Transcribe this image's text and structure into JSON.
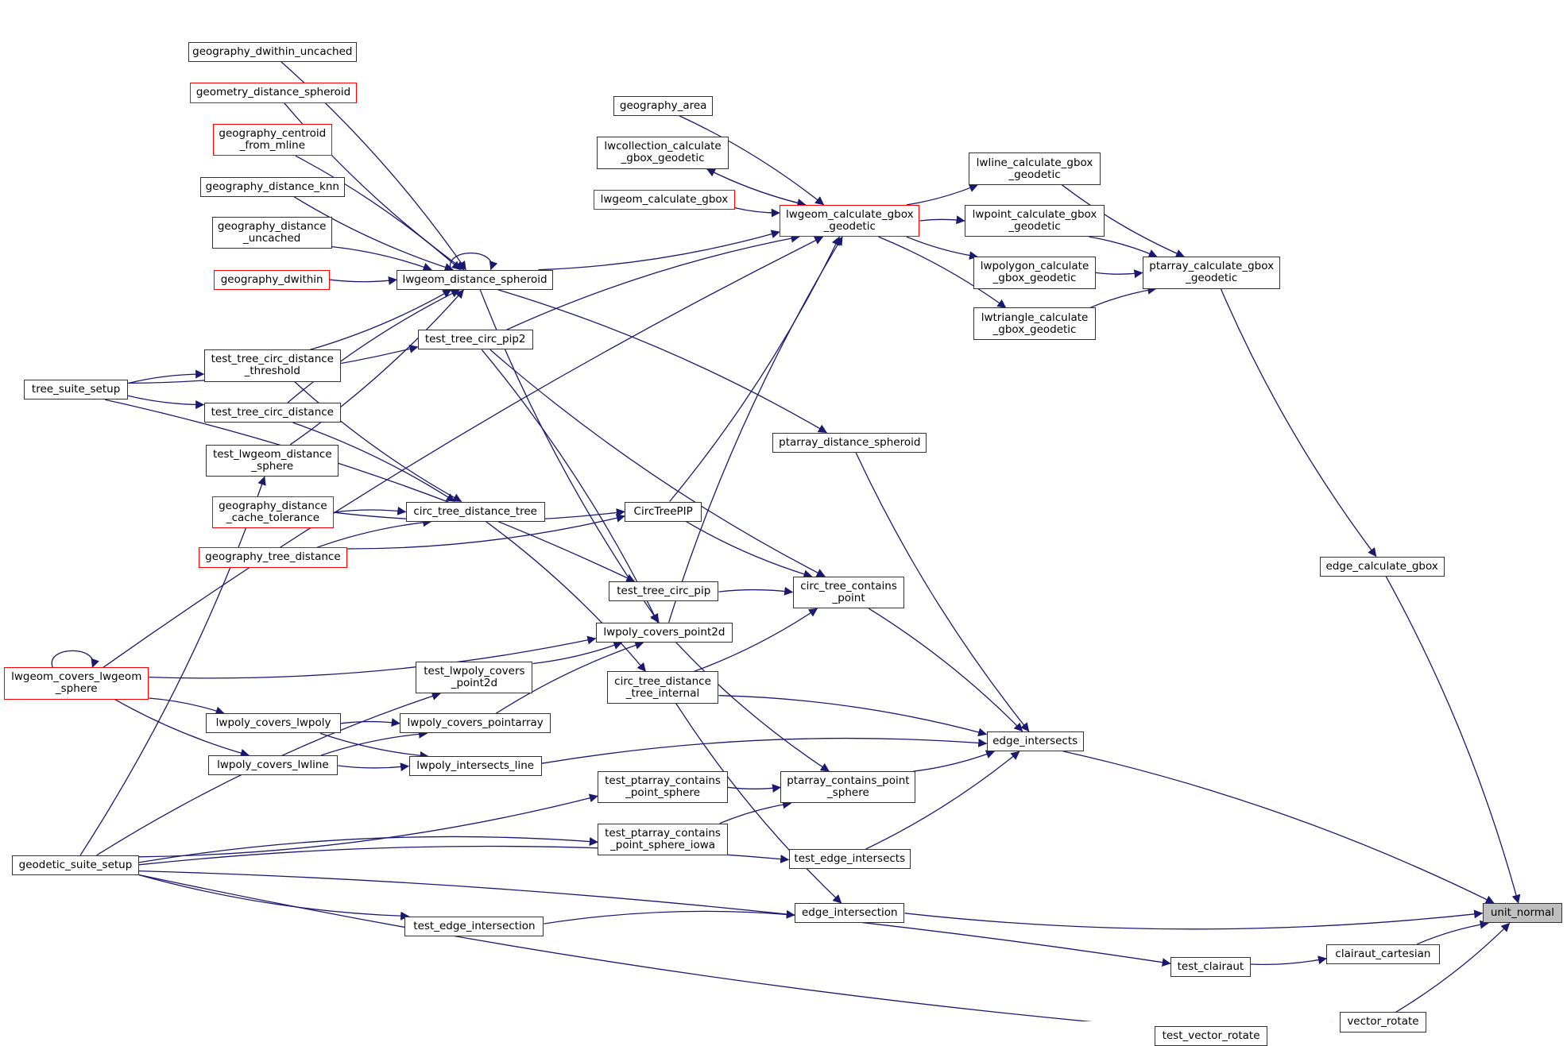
{
  "diagram": {
    "type": "call-graph",
    "edge_color": "#191970",
    "node_border_color": "#333333",
    "undocumented_border_color": "#ff0000",
    "current_node_fill": "#bfbfbf",
    "current_node": "unit_normal",
    "nodes": {
      "geography_dwithin_uncached": {
        "label": "geography_dwithin_uncached",
        "style": "normal"
      },
      "geometry_distance_spheroid": {
        "label": "geometry_distance_spheroid",
        "style": "red"
      },
      "geography_centroid_from_mline": {
        "label": "geography_centroid\n_from_mline",
        "style": "red"
      },
      "geography_distance_knn": {
        "label": "geography_distance_knn",
        "style": "normal"
      },
      "geography_distance_uncached": {
        "label": "geography_distance\n_uncached",
        "style": "normal"
      },
      "geography_dwithin": {
        "label": "geography_dwithin",
        "style": "red"
      },
      "lwgeom_distance_spheroid": {
        "label": "lwgeom_distance_spheroid",
        "style": "normal"
      },
      "test_tree_circ_pip2": {
        "label": "test_tree_circ_pip2",
        "style": "normal"
      },
      "tree_suite_setup": {
        "label": "tree_suite_setup",
        "style": "normal"
      },
      "test_tree_circ_distance_threshold": {
        "label": "test_tree_circ_distance\n_threshold",
        "style": "normal"
      },
      "test_tree_circ_distance": {
        "label": "test_tree_circ_distance",
        "style": "normal"
      },
      "test_lwgeom_distance_sphere": {
        "label": "test_lwgeom_distance\n_sphere",
        "style": "normal"
      },
      "geography_distance_cache_tolerance": {
        "label": "geography_distance\n_cache_tolerance",
        "style": "red"
      },
      "circ_tree_distance_tree": {
        "label": "circ_tree_distance_tree",
        "style": "normal"
      },
      "geography_tree_distance": {
        "label": "geography_tree_distance",
        "style": "red"
      },
      "geography_area": {
        "label": "geography_area",
        "style": "normal"
      },
      "lwcollection_calculate_gbox_geodetic": {
        "label": "lwcollection_calculate\n_gbox_geodetic",
        "style": "normal"
      },
      "lwgeom_calculate_gbox": {
        "label": "lwgeom_calculate_gbox",
        "style": "red"
      },
      "lwgeom_calculate_gbox_geodetic": {
        "label": "lwgeom_calculate_gbox\n_geodetic",
        "style": "red"
      },
      "lwline_calculate_gbox_geodetic": {
        "label": "lwline_calculate_gbox\n_geodetic",
        "style": "normal"
      },
      "lwpoint_calculate_gbox_geodetic": {
        "label": "lwpoint_calculate_gbox\n_geodetic",
        "style": "normal"
      },
      "lwpolygon_calculate_gbox_geodetic": {
        "label": "lwpolygon_calculate\n_gbox_geodetic",
        "style": "normal"
      },
      "lwtriangle_calculate_gbox_geodetic": {
        "label": "lwtriangle_calculate\n_gbox_geodetic",
        "style": "normal"
      },
      "ptarray_calculate_gbox_geodetic": {
        "label": "ptarray_calculate_gbox\n_geodetic",
        "style": "normal"
      },
      "ptarray_distance_spheroid": {
        "label": "ptarray_distance_spheroid",
        "style": "normal"
      },
      "CircTreePIP": {
        "label": "CircTreePIP",
        "style": "normal"
      },
      "test_tree_circ_pip": {
        "label": "test_tree_circ_pip",
        "style": "normal"
      },
      "circ_tree_contains_point": {
        "label": "circ_tree_contains\n_point",
        "style": "normal"
      },
      "lwpoly_covers_point2d": {
        "label": "lwpoly_covers_point2d",
        "style": "normal"
      },
      "edge_calculate_gbox": {
        "label": "edge_calculate_gbox",
        "style": "normal"
      },
      "lwgeom_covers_lwgeom_sphere": {
        "label": "lwgeom_covers_lwgeom\n_sphere",
        "style": "red"
      },
      "test_lwpoly_covers_point2d": {
        "label": "test_lwpoly_covers\n_point2d",
        "style": "normal"
      },
      "circ_tree_distance_tree_internal": {
        "label": "circ_tree_distance\n_tree_internal",
        "style": "normal"
      },
      "lwpoly_covers_lwpoly": {
        "label": "lwpoly_covers_lwpoly",
        "style": "normal"
      },
      "lwpoly_covers_pointarray": {
        "label": "lwpoly_covers_pointarray",
        "style": "normal"
      },
      "edge_intersects": {
        "label": "edge_intersects",
        "style": "normal"
      },
      "lwpoly_covers_lwline": {
        "label": "lwpoly_covers_lwline",
        "style": "normal"
      },
      "lwpoly_intersects_line": {
        "label": "lwpoly_intersects_line",
        "style": "normal"
      },
      "test_ptarray_contains_point_sphere": {
        "label": "test_ptarray_contains\n_point_sphere",
        "style": "normal"
      },
      "ptarray_contains_point_sphere": {
        "label": "ptarray_contains_point\n_sphere",
        "style": "normal"
      },
      "test_ptarray_contains_point_sphere_iowa": {
        "label": "test_ptarray_contains\n_point_sphere_iowa",
        "style": "normal"
      },
      "test_edge_intersects": {
        "label": "test_edge_intersects",
        "style": "normal"
      },
      "geodetic_suite_setup": {
        "label": "geodetic_suite_setup",
        "style": "normal"
      },
      "edge_intersection": {
        "label": "edge_intersection",
        "style": "normal"
      },
      "test_edge_intersection": {
        "label": "test_edge_intersection",
        "style": "normal"
      },
      "unit_normal": {
        "label": "unit_normal",
        "style": "current"
      },
      "clairaut_cartesian": {
        "label": "clairaut_cartesian",
        "style": "normal"
      },
      "test_clairaut": {
        "label": "test_clairaut",
        "style": "normal"
      },
      "vector_rotate": {
        "label": "vector_rotate",
        "style": "normal"
      },
      "test_vector_rotate": {
        "label": "test_vector_rotate",
        "style": "normal"
      }
    },
    "edges": [
      [
        "geography_dwithin_uncached",
        "lwgeom_distance_spheroid"
      ],
      [
        "geometry_distance_spheroid",
        "lwgeom_distance_spheroid"
      ],
      [
        "geography_centroid_from_mline",
        "lwgeom_distance_spheroid"
      ],
      [
        "geography_distance_knn",
        "lwgeom_distance_spheroid"
      ],
      [
        "geography_distance_uncached",
        "lwgeom_distance_spheroid"
      ],
      [
        "geography_dwithin",
        "lwgeom_distance_spheroid"
      ],
      [
        "lwgeom_distance_spheroid",
        "lwgeom_distance_spheroid"
      ],
      [
        "test_tree_circ_distance_threshold",
        "lwgeom_distance_spheroid"
      ],
      [
        "test_tree_circ_distance",
        "lwgeom_distance_spheroid"
      ],
      [
        "test_lwgeom_distance_sphere",
        "lwgeom_distance_spheroid"
      ],
      [
        "lwgeom_covers_lwgeom_sphere",
        "lwgeom_calculate_gbox_geodetic"
      ],
      [
        "lwgeom_distance_spheroid",
        "lwgeom_calculate_gbox_geodetic"
      ],
      [
        "lwgeom_distance_spheroid",
        "ptarray_distance_spheroid"
      ],
      [
        "lwgeom_distance_spheroid",
        "lwpoly_covers_point2d"
      ],
      [
        "geography_area",
        "lwgeom_calculate_gbox_geodetic"
      ],
      [
        "lwcollection_calculate_gbox_geodetic",
        "lwgeom_calculate_gbox_geodetic"
      ],
      [
        "lwgeom_calculate_gbox_geodetic",
        "lwcollection_calculate_gbox_geodetic"
      ],
      [
        "lwgeom_calculate_gbox",
        "lwgeom_calculate_gbox_geodetic"
      ],
      [
        "test_tree_circ_pip2",
        "lwgeom_calculate_gbox_geodetic"
      ],
      [
        "CircTreePIP",
        "lwgeom_calculate_gbox_geodetic"
      ],
      [
        "lwpoly_covers_point2d",
        "lwgeom_calculate_gbox_geodetic"
      ],
      [
        "lwgeom_calculate_gbox_geodetic",
        "lwline_calculate_gbox_geodetic"
      ],
      [
        "lwgeom_calculate_gbox_geodetic",
        "lwpoint_calculate_gbox_geodetic"
      ],
      [
        "lwgeom_calculate_gbox_geodetic",
        "lwpolygon_calculate_gbox_geodetic"
      ],
      [
        "lwgeom_calculate_gbox_geodetic",
        "lwtriangle_calculate_gbox_geodetic"
      ],
      [
        "lwline_calculate_gbox_geodetic",
        "ptarray_calculate_gbox_geodetic"
      ],
      [
        "lwpoint_calculate_gbox_geodetic",
        "ptarray_calculate_gbox_geodetic"
      ],
      [
        "lwpolygon_calculate_gbox_geodetic",
        "ptarray_calculate_gbox_geodetic"
      ],
      [
        "lwtriangle_calculate_gbox_geodetic",
        "ptarray_calculate_gbox_geodetic"
      ],
      [
        "ptarray_calculate_gbox_geodetic",
        "edge_calculate_gbox"
      ],
      [
        "edge_calculate_gbox",
        "unit_normal"
      ],
      [
        "tree_suite_setup",
        "test_tree_circ_pip2"
      ],
      [
        "tree_suite_setup",
        "test_tree_circ_distance_threshold"
      ],
      [
        "tree_suite_setup",
        "test_tree_circ_distance"
      ],
      [
        "tree_suite_setup",
        "test_tree_circ_pip"
      ],
      [
        "test_tree_circ_pip2",
        "circ_tree_contains_point"
      ],
      [
        "test_tree_circ_pip2",
        "lwpoly_covers_point2d"
      ],
      [
        "test_tree_circ_distance_threshold",
        "circ_tree_distance_tree"
      ],
      [
        "test_tree_circ_distance",
        "circ_tree_distance_tree"
      ],
      [
        "geodetic_suite_setup",
        "test_lwgeom_distance_sphere"
      ],
      [
        "geography_distance_cache_tolerance",
        "circ_tree_distance_tree"
      ],
      [
        "geography_distance_cache_tolerance",
        "CircTreePIP"
      ],
      [
        "geography_tree_distance",
        "circ_tree_distance_tree"
      ],
      [
        "geography_tree_distance",
        "CircTreePIP"
      ],
      [
        "circ_tree_distance_tree",
        "circ_tree_distance_tree_internal"
      ],
      [
        "CircTreePIP",
        "circ_tree_contains_point"
      ],
      [
        "test_tree_circ_pip",
        "circ_tree_contains_point"
      ],
      [
        "ptarray_distance_spheroid",
        "edge_intersects"
      ],
      [
        "circ_tree_contains_point",
        "edge_intersects"
      ],
      [
        "circ_tree_distance_tree_internal",
        "circ_tree_contains_point"
      ],
      [
        "circ_tree_distance_tree_internal",
        "edge_intersects"
      ],
      [
        "circ_tree_distance_tree_internal",
        "edge_intersection"
      ],
      [
        "lwgeom_covers_lwgeom_sphere",
        "lwgeom_covers_lwgeom_sphere"
      ],
      [
        "lwgeom_covers_lwgeom_sphere",
        "lwpoly_covers_point2d"
      ],
      [
        "lwgeom_covers_lwgeom_sphere",
        "lwpoly_covers_lwpoly"
      ],
      [
        "lwgeom_covers_lwgeom_sphere",
        "lwpoly_covers_lwline"
      ],
      [
        "geodetic_suite_setup",
        "test_lwpoly_covers_point2d"
      ],
      [
        "test_lwpoly_covers_point2d",
        "lwpoly_covers_point2d"
      ],
      [
        "lwpoly_covers_pointarray",
        "lwpoly_covers_point2d"
      ],
      [
        "lwpoly_covers_point2d",
        "ptarray_contains_point_sphere"
      ],
      [
        "lwpoly_covers_lwpoly",
        "lwpoly_covers_pointarray"
      ],
      [
        "lwpoly_covers_lwpoly",
        "lwpoly_intersects_line"
      ],
      [
        "lwpoly_covers_lwline",
        "lwpoly_covers_pointarray"
      ],
      [
        "lwpoly_covers_lwline",
        "lwpoly_intersects_line"
      ],
      [
        "lwpoly_intersects_line",
        "edge_intersects"
      ],
      [
        "geodetic_suite_setup",
        "test_ptarray_contains_point_sphere"
      ],
      [
        "geodetic_suite_setup",
        "test_ptarray_contains_point_sphere_iowa"
      ],
      [
        "test_ptarray_contains_point_sphere",
        "ptarray_contains_point_sphere"
      ],
      [
        "test_ptarray_contains_point_sphere_iowa",
        "ptarray_contains_point_sphere"
      ],
      [
        "ptarray_contains_point_sphere",
        "edge_intersects"
      ],
      [
        "geodetic_suite_setup",
        "test_edge_intersects"
      ],
      [
        "test_edge_intersects",
        "edge_intersects"
      ],
      [
        "edge_intersects",
        "unit_normal"
      ],
      [
        "geodetic_suite_setup",
        "test_edge_intersection"
      ],
      [
        "test_edge_intersection",
        "edge_intersection"
      ],
      [
        "edge_intersection",
        "unit_normal"
      ],
      [
        "geodetic_suite_setup",
        "test_clairaut"
      ],
      [
        "test_clairaut",
        "clairaut_cartesian"
      ],
      [
        "clairaut_cartesian",
        "unit_normal"
      ],
      [
        "geodetic_suite_setup",
        "test_vector_rotate"
      ],
      [
        "test_vector_rotate",
        "vector_rotate"
      ],
      [
        "vector_rotate",
        "unit_normal"
      ]
    ]
  }
}
